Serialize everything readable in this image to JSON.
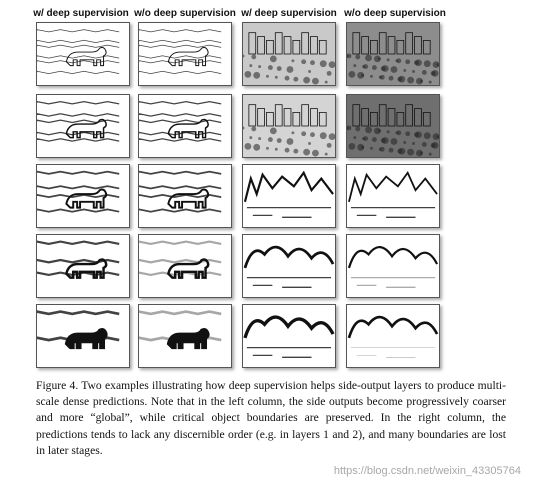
{
  "columns": [
    "w/ deep supervision",
    "w/o deep supervision",
    "w/ deep supervision",
    "w/o deep supervision"
  ],
  "caption": {
    "figure_label": "Figure 4.",
    "text": " Two examples illustrating how deep supervision helps side-output layers to produce multi-scale dense predictions. Note that in the left column, the side outputs become progressively coarser and more “global”, while critical object boundaries are preserved. In the right column, the predictions tends to lack any discernible order (e.g. in layers 1 and 2), and many boundaries are lost in later stages."
  },
  "watermark": "https://blog.csdn.net/weixin_43305764",
  "rows": 5,
  "images": {
    "left_pair": "polar-bear-edge-maps",
    "right_pair": "city-waterfront-edge-maps"
  }
}
